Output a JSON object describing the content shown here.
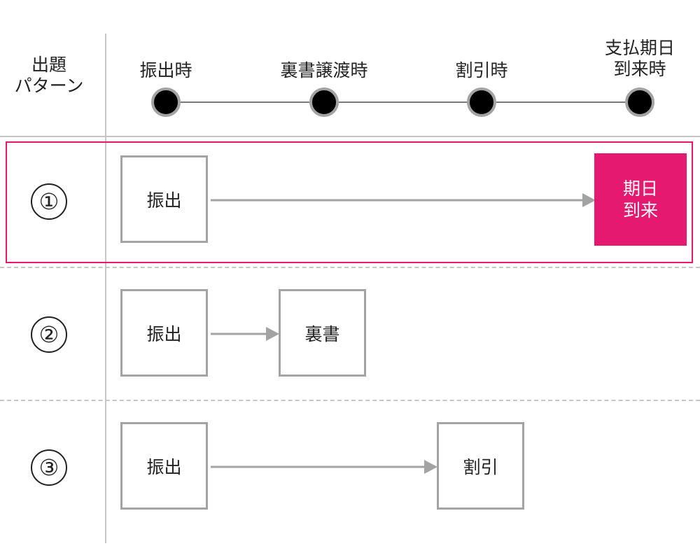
{
  "header": {
    "corner_label": "出題\nパターン",
    "stages": [
      {
        "label": "振出時"
      },
      {
        "label": "裏書譲渡時"
      },
      {
        "label": "割引時"
      },
      {
        "label": "支払期日\n到来時"
      }
    ]
  },
  "rows": [
    {
      "number": "①",
      "start_label": "振出",
      "end_label": "期日\n到来",
      "highlighted": true
    },
    {
      "number": "②",
      "start_label": "振出",
      "end_label": "裏書"
    },
    {
      "number": "③",
      "start_label": "振出",
      "end_label": "割引"
    }
  ],
  "colors": {
    "accent": "#e4196f",
    "box_border": "#a3a3a3",
    "grid_line": "#c6c6c6",
    "timeline_dot": "#000000"
  }
}
